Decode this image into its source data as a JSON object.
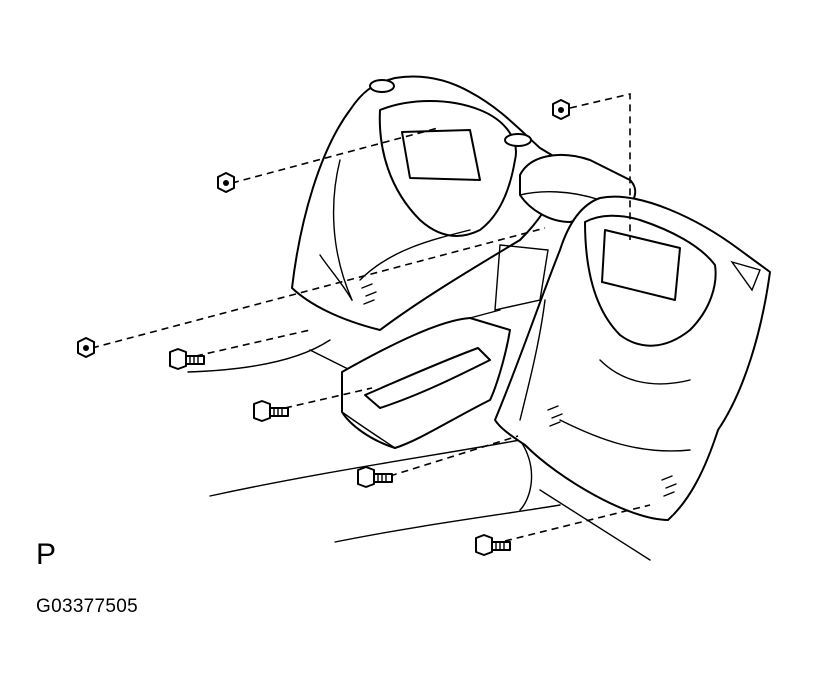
{
  "figure": {
    "view_letter": "P",
    "drawing_code": "G03377505"
  },
  "icons": {
    "nut": "hex-nut-icon",
    "bolt": "flange-bolt-icon",
    "seat": "rear-seatback-assembly"
  }
}
